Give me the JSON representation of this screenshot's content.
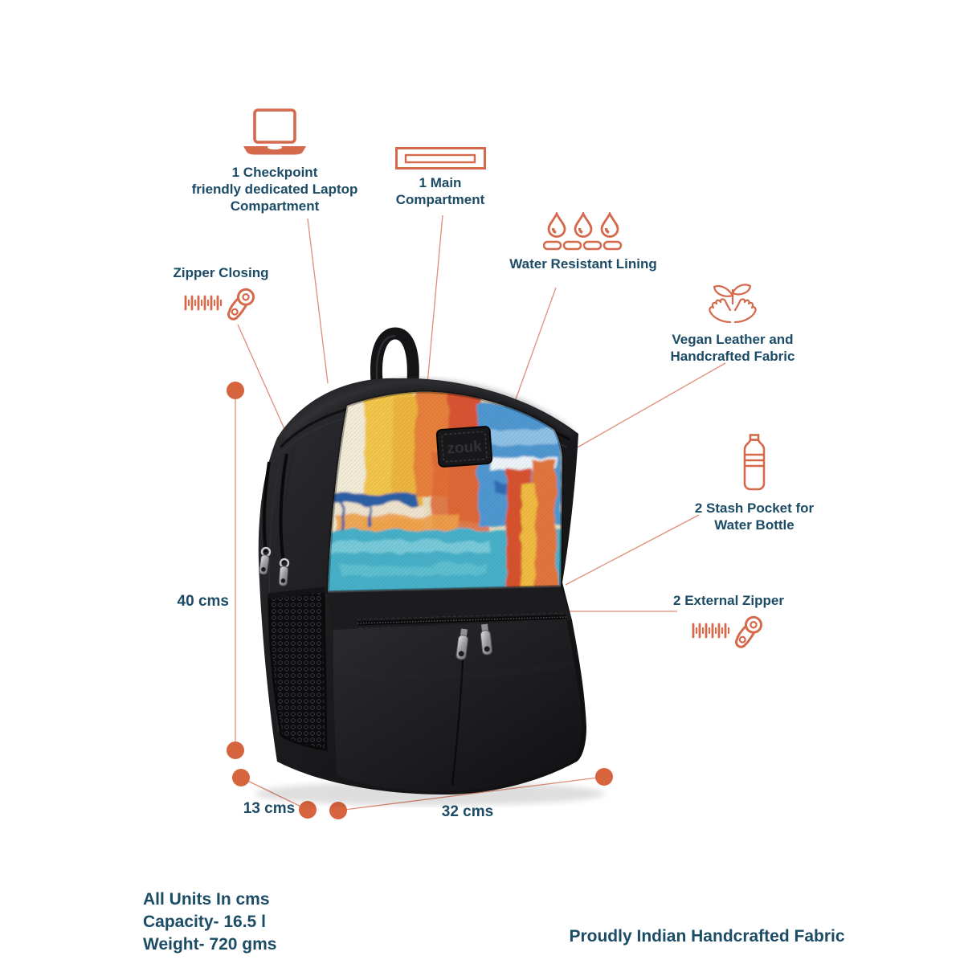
{
  "colors": {
    "accent": "#d4694b",
    "dot": "#d6643e",
    "text": "#1c4b66"
  },
  "features": {
    "laptop_compartment": {
      "label": "1 Checkpoint\nfriendly dedicated Laptop\nCompartment"
    },
    "main_compartment": {
      "label": "1 Main\nCompartment"
    },
    "water_resistant": {
      "label": "Water Resistant Lining"
    },
    "vegan_leather": {
      "label": "Vegan Leather and\nHandcrafted Fabric"
    },
    "stash_pocket": {
      "label": "2 Stash Pocket for\nWater Bottle"
    },
    "external_zipper": {
      "label": "2 External Zipper"
    },
    "zipper_closing": {
      "label": "Zipper Closing"
    }
  },
  "dimensions": {
    "height": "40 cms",
    "depth": "13 cms",
    "width": "32 cms"
  },
  "specs": {
    "units": "All Units In cms",
    "capacity": "Capacity- 16.5 l",
    "weight": "Weight- 720 gms"
  },
  "tagline": "Proudly Indian Handcrafted Fabric",
  "brand": "zouk"
}
